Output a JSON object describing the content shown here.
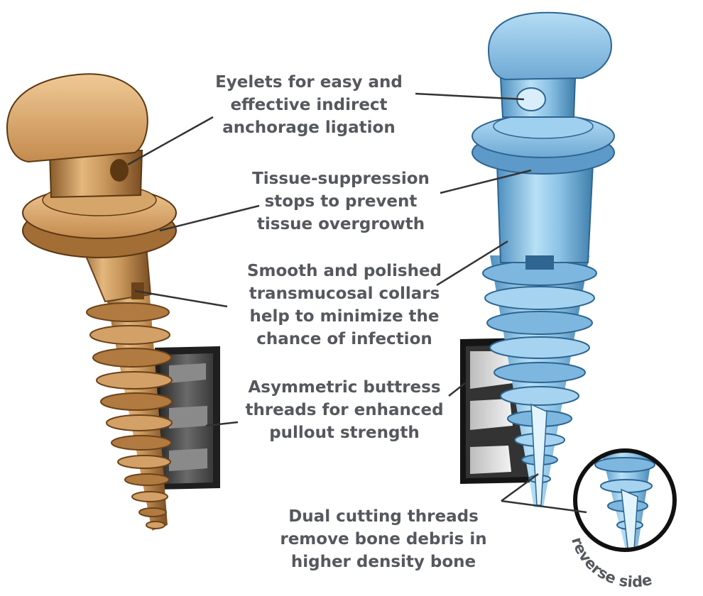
{
  "labels": {
    "eyelets": [
      "Eyelets for easy and",
      "effective indirect",
      "anchorage ligation"
    ],
    "tissue": [
      "Tissue-suppression",
      "stops to prevent",
      "tissue overgrowth"
    ],
    "collars": [
      "Smooth and polished",
      "transmucosal collars",
      "help to minimize the",
      "chance of infection"
    ],
    "threads": [
      "Asymmetric buttress",
      "threads for enhanced",
      "pullout strength"
    ],
    "dual": [
      "Dual cutting threads",
      "remove bone debris in",
      "higher density bone"
    ],
    "inset": "reverse side"
  },
  "colors": {
    "text": "#55585d",
    "gold_screw": "#c8965a",
    "blue_screw": "#8cc3e6",
    "bone_section": "#4a4a4a",
    "leader_line": "#333333"
  }
}
